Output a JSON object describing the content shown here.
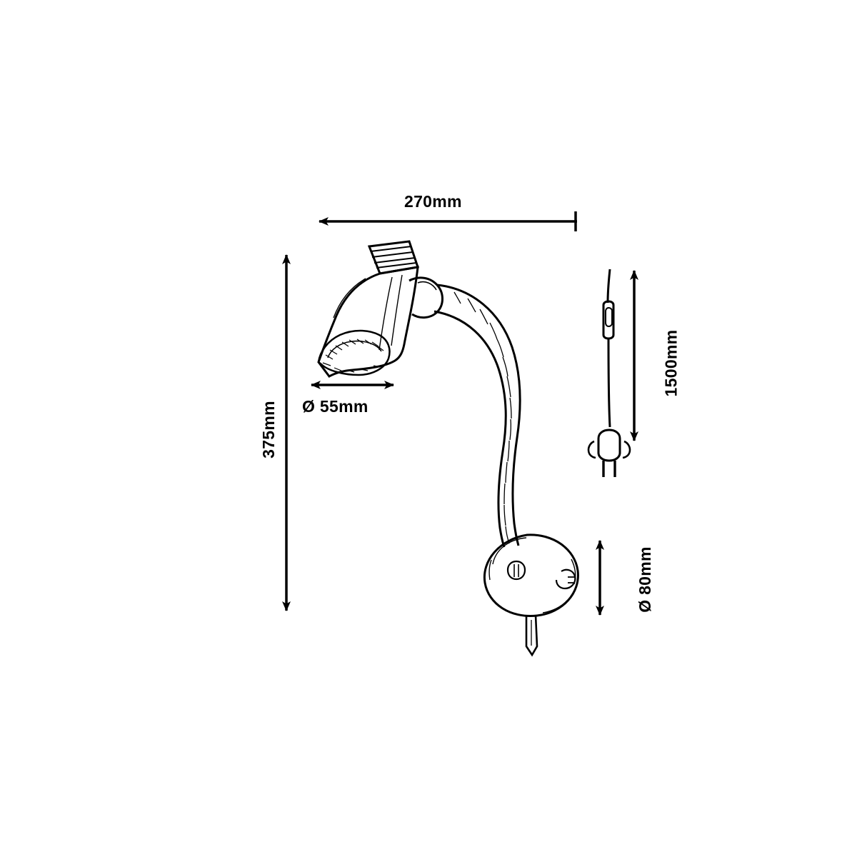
{
  "diagram": {
    "type": "technical-dimension-drawing",
    "subject": "wall-mounted plug-in spotlight lamp with flexible gooseneck arm",
    "line_color": "#000000",
    "background_color": "#ffffff"
  },
  "dimensions": {
    "width": {
      "id": "overall-width",
      "label": "270mm",
      "orientation": "horizontal",
      "arrow_style": "double-arrow",
      "value": 270,
      "unit": "mm"
    },
    "height": {
      "id": "overall-height",
      "label": "375mm",
      "orientation": "vertical",
      "arrow_style": "double-arrow",
      "value": 375,
      "unit": "mm"
    },
    "shade_diameter": {
      "id": "shade-diameter",
      "label": "Ø 55mm",
      "orientation": "horizontal",
      "arrow_style": "double-arrow",
      "value": 55,
      "unit": "mm"
    },
    "cord_length": {
      "id": "cord-length",
      "label": "1500mm",
      "orientation": "vertical",
      "arrow_style": "double-arrow",
      "value": 1500,
      "unit": "mm"
    },
    "base_diameter": {
      "id": "base-diameter",
      "label": "Ø 80mm",
      "orientation": "vertical",
      "arrow_style": "double-arrow",
      "value": 80,
      "unit": "mm"
    }
  },
  "parts": [
    {
      "name": "lamp-shade",
      "description": "conical spot shade with ribbed collar"
    },
    {
      "name": "gooseneck-arm",
      "description": "flexible curved arm"
    },
    {
      "name": "wall-mount-base",
      "description": "round wall plate with switch"
    },
    {
      "name": "power-cord",
      "description": "cord with inline rocker switch"
    },
    {
      "name": "power-plug",
      "description": "two-pin european plug"
    }
  ]
}
